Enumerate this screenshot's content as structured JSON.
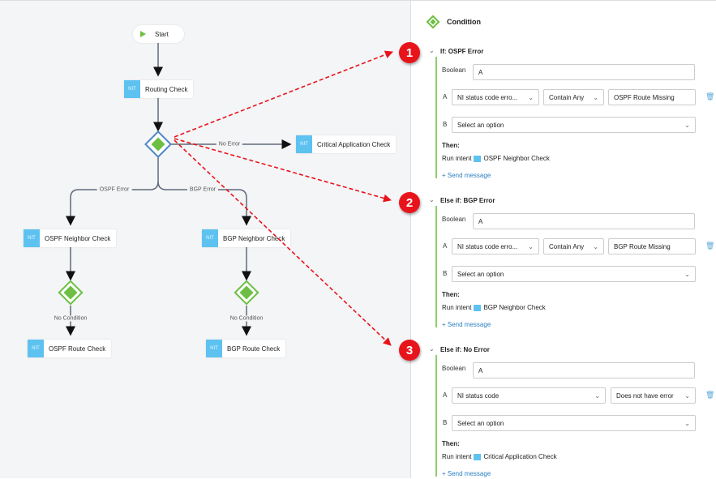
{
  "flow": {
    "start": "Start",
    "nit": "NIT",
    "nodes": {
      "routing": "Routing Check",
      "critical": "Critical Application Check",
      "ospf_neighbor": "OSPF Neighbor Check",
      "bgp_neighbor": "BGP Neighbor Check",
      "ospf_route": "OSPF Route Check",
      "bgp_route": "BGP Route Check"
    },
    "edges": {
      "no_error": "No Error",
      "ospf_error": "OSPF Error",
      "bgp_error": "BGP Error",
      "no_condition_1": "No Condition",
      "no_condition_2": "No Condition"
    }
  },
  "annotations": {
    "badges": [
      "1",
      "2",
      "3"
    ],
    "color": "#e8141b"
  },
  "panel": {
    "title": "Condition",
    "sections": [
      {
        "header": "If: OSPF Error",
        "boolean_label": "Boolean",
        "boolean": "A",
        "a_label": "A",
        "a_field": "NI status code erro...",
        "a_op": "Contain Any",
        "a_value": "OSPF Route Missing",
        "b_label": "B",
        "b_field": "Select an option",
        "then": "Then:",
        "run": "Run intent",
        "intent": "OSPF Neighbor Check",
        "send": "+ Send message"
      },
      {
        "header": "Else if: BGP Error",
        "boolean_label": "Boolean",
        "boolean": "A",
        "a_label": "A",
        "a_field": "NI status code erro...",
        "a_op": "Contain Any",
        "a_value": "BGP Route Missing",
        "b_label": "B",
        "b_field": "Select an option",
        "then": "Then:",
        "run": "Run intent",
        "intent": "BGP Neighbor Check",
        "send": "+ Send message"
      },
      {
        "header": "Else if: No Error",
        "boolean_label": "Boolean",
        "boolean": "A",
        "a_label": "A",
        "a_field": "NI status code",
        "a_op": "Does not have error",
        "b_label": "B",
        "b_field": "Select an option",
        "then": "Then:",
        "run": "Run intent",
        "intent": "Critical Application Check",
        "send": "+ Send message"
      }
    ]
  }
}
